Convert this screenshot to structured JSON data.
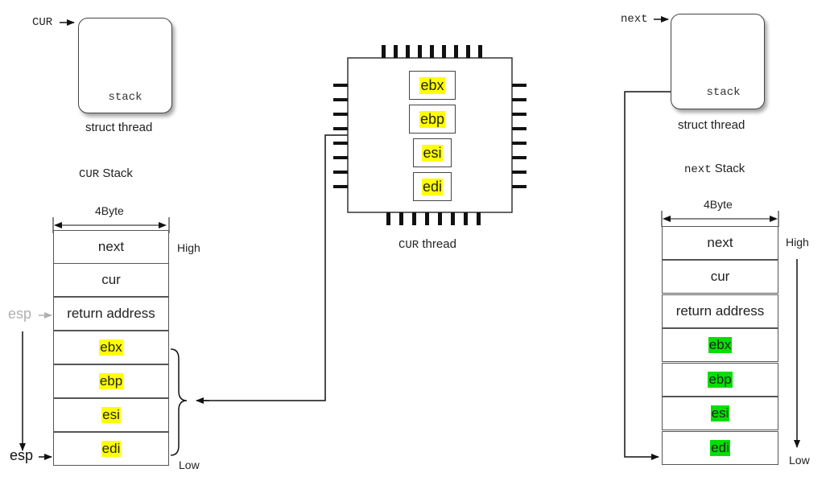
{
  "left": {
    "pointer_label": "CUR",
    "stack_field": "stack",
    "struct_caption": "struct thread",
    "stack_title_var": "CUR",
    "stack_title_word": "Stack",
    "width_label": "4Byte",
    "cells": [
      "next",
      "cur",
      "return address",
      "ebx",
      "ebp",
      "esi",
      "edi"
    ],
    "high_label": "High",
    "low_label": "Low",
    "esp_old_label": "esp",
    "esp_new_label": "esp"
  },
  "cpu": {
    "registers": [
      "ebx",
      "ebp",
      "esi",
      "edi"
    ],
    "caption_var": "CUR",
    "caption_word": "thread"
  },
  "right": {
    "pointer_label": "next",
    "stack_field": "stack",
    "struct_caption": "struct thread",
    "stack_title_var": "next",
    "stack_title_word": "Stack",
    "width_label": "4Byte",
    "cells": [
      "next",
      "cur",
      "return address",
      "ebx",
      "ebp",
      "esi",
      "edi"
    ],
    "high_label": "High",
    "low_label": "Low"
  },
  "colors": {
    "highlight_yellow": "#ffff00",
    "highlight_green": "#00e000",
    "esp_old_gray": "#b0b0b0"
  }
}
